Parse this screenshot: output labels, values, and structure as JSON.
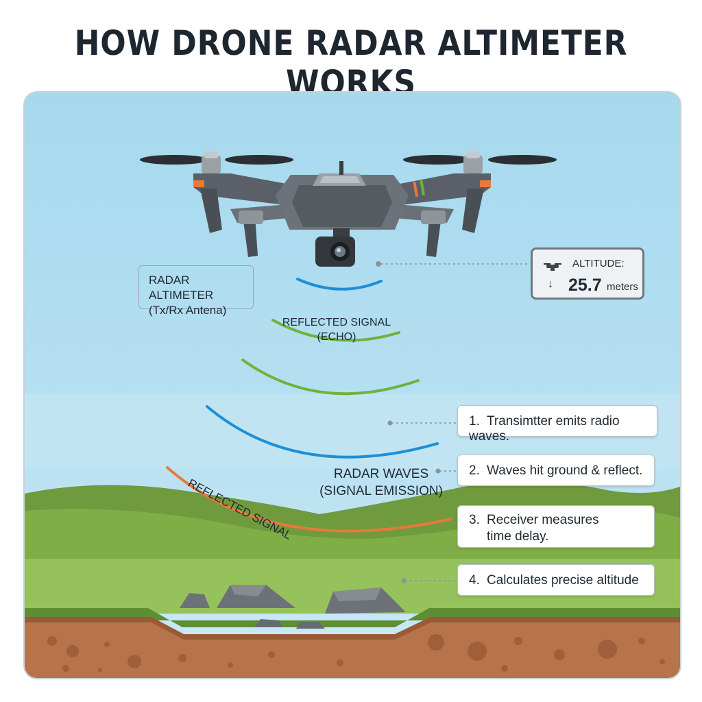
{
  "title": "HOW DRONE RADAR ALTIMETER WORKS",
  "labels": {
    "radar_altimeter_line1": "RADAR ALTIMETER",
    "radar_altimeter_line2": "(Tx/Rx Antena)",
    "reflected_echo_line1": "REFLECTED SIGNAL",
    "reflected_echo_line2": "(ECHO)",
    "reflected_signal": "REFLECTED SIGNAL",
    "radar_waves_line1": "RADAR WAVES",
    "radar_waves_line2": "(SIGNAL EMISSION)"
  },
  "altitude": {
    "label": "ALTITUDE:",
    "arrow": "↓",
    "value": "25.7",
    "unit": "meters"
  },
  "steps": [
    {
      "num": "1.",
      "text": "Transimtter emits radio waves."
    },
    {
      "num": "2.",
      "text": "Waves hit ground & reflect."
    },
    {
      "num": "3.",
      "text_line1": "Receiver measures",
      "text_line2": "time delay."
    },
    {
      "num": "4.",
      "text": "Calculates precise altitude"
    }
  ],
  "colors": {
    "blue_wave": "#1e8fd6",
    "green_wave": "#6fb23c",
    "orange_wave": "#e8793a",
    "sky": "#a6d9ee",
    "grass": "#8cbf4e",
    "soil": "#b7734a"
  }
}
